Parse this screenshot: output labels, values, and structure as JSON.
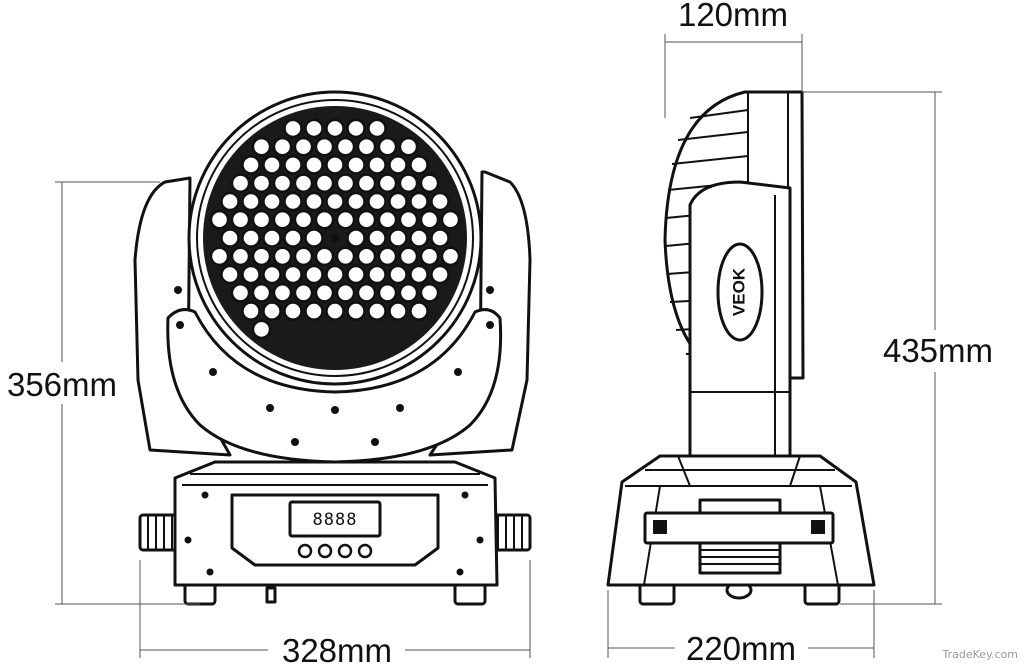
{
  "dimensions": {
    "front_width": "328mm",
    "front_height": "356mm",
    "side_depth": "120mm",
    "side_height": "435mm",
    "base_width": "220mm"
  },
  "front_view": {
    "display_text": "8888",
    "button_count": 4,
    "led_count": 108
  },
  "side_view": {
    "brand_label": "VEOK"
  },
  "watermark": "TradeKey.com"
}
